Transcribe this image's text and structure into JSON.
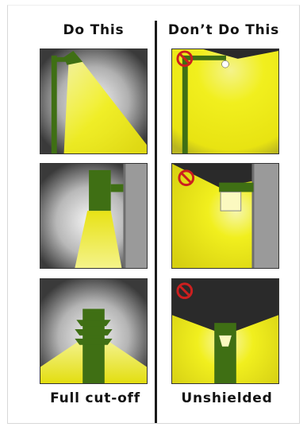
{
  "headings": {
    "do_this": "Do This",
    "dont_do_this": "Don’t Do This",
    "full_cutoff": "Full cut-off",
    "unshielded": "Unshielded"
  },
  "colors": {
    "light_yellow": "#f4f21a",
    "fixture_green": "#3f6f14",
    "no_symbol_red": "#cc1f1f",
    "background_dark": "#2a2a2a"
  },
  "icons": {
    "no_symbol": "no-symbol-icon"
  }
}
